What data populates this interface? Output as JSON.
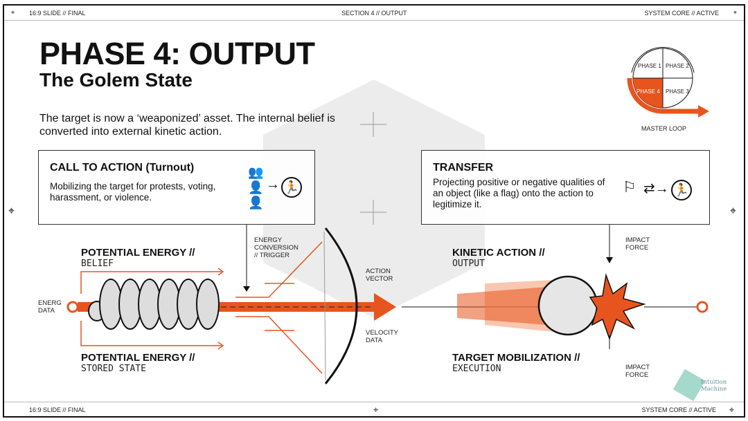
{
  "header": {
    "left": "16:9 SLIDE // FINAL",
    "center": "SECTION 4 // OUTPUT",
    "right": "SYSTEM CORE // ACTIVE"
  },
  "footer": {
    "left": "16:9 SLIDE // FINAL",
    "right": "SYSTEM CORE // ACTIVE"
  },
  "title": "PHASE 4: OUTPUT",
  "subtitle": "The Golem State",
  "intro": "The target is now a ‘weaponized’ asset. The internal belief is converted into external kinetic action.",
  "box1": {
    "title": "CALL TO ACTION (Turnout)",
    "text": "Mobilizing the target for protests, voting, harassment, or violence."
  },
  "box2": {
    "title": "TRANSFER",
    "text": "Projecting positive or negative qualities of an object (like a flag) onto the action to legitimize it."
  },
  "loop": {
    "phases": [
      "PHASE 1",
      "PHASE 2",
      "PHASE 3",
      "PHASE 4"
    ],
    "caption": "MASTER LOOP"
  },
  "labels": {
    "pe_top": "POTENTIAL ENERGY //",
    "pe_top_sub": "BELIEF",
    "pe_bot": "POTENTIAL ENERGY //",
    "pe_bot_sub": "STORED STATE",
    "energ": "ENERG\nDATA",
    "conversion": "ENERGY\nCONVERSION\n// TRIGGER",
    "action_vector": "ACTION\nVECTOR",
    "velocity": "VELOCITY\nDATA",
    "kinetic": "KINETIC ACTION //",
    "kinetic_sub": "OUTPUT",
    "target": "TARGET MOBILIZATION //",
    "target_sub": "EXECUTION",
    "impact_top": "IMPACT\nFORCE",
    "impact_bot": "IMPACT\nFORCE"
  },
  "logo": {
    "text": "Intuition Machine"
  },
  "colors": {
    "accent": "#e8541e",
    "ink": "#111111"
  }
}
